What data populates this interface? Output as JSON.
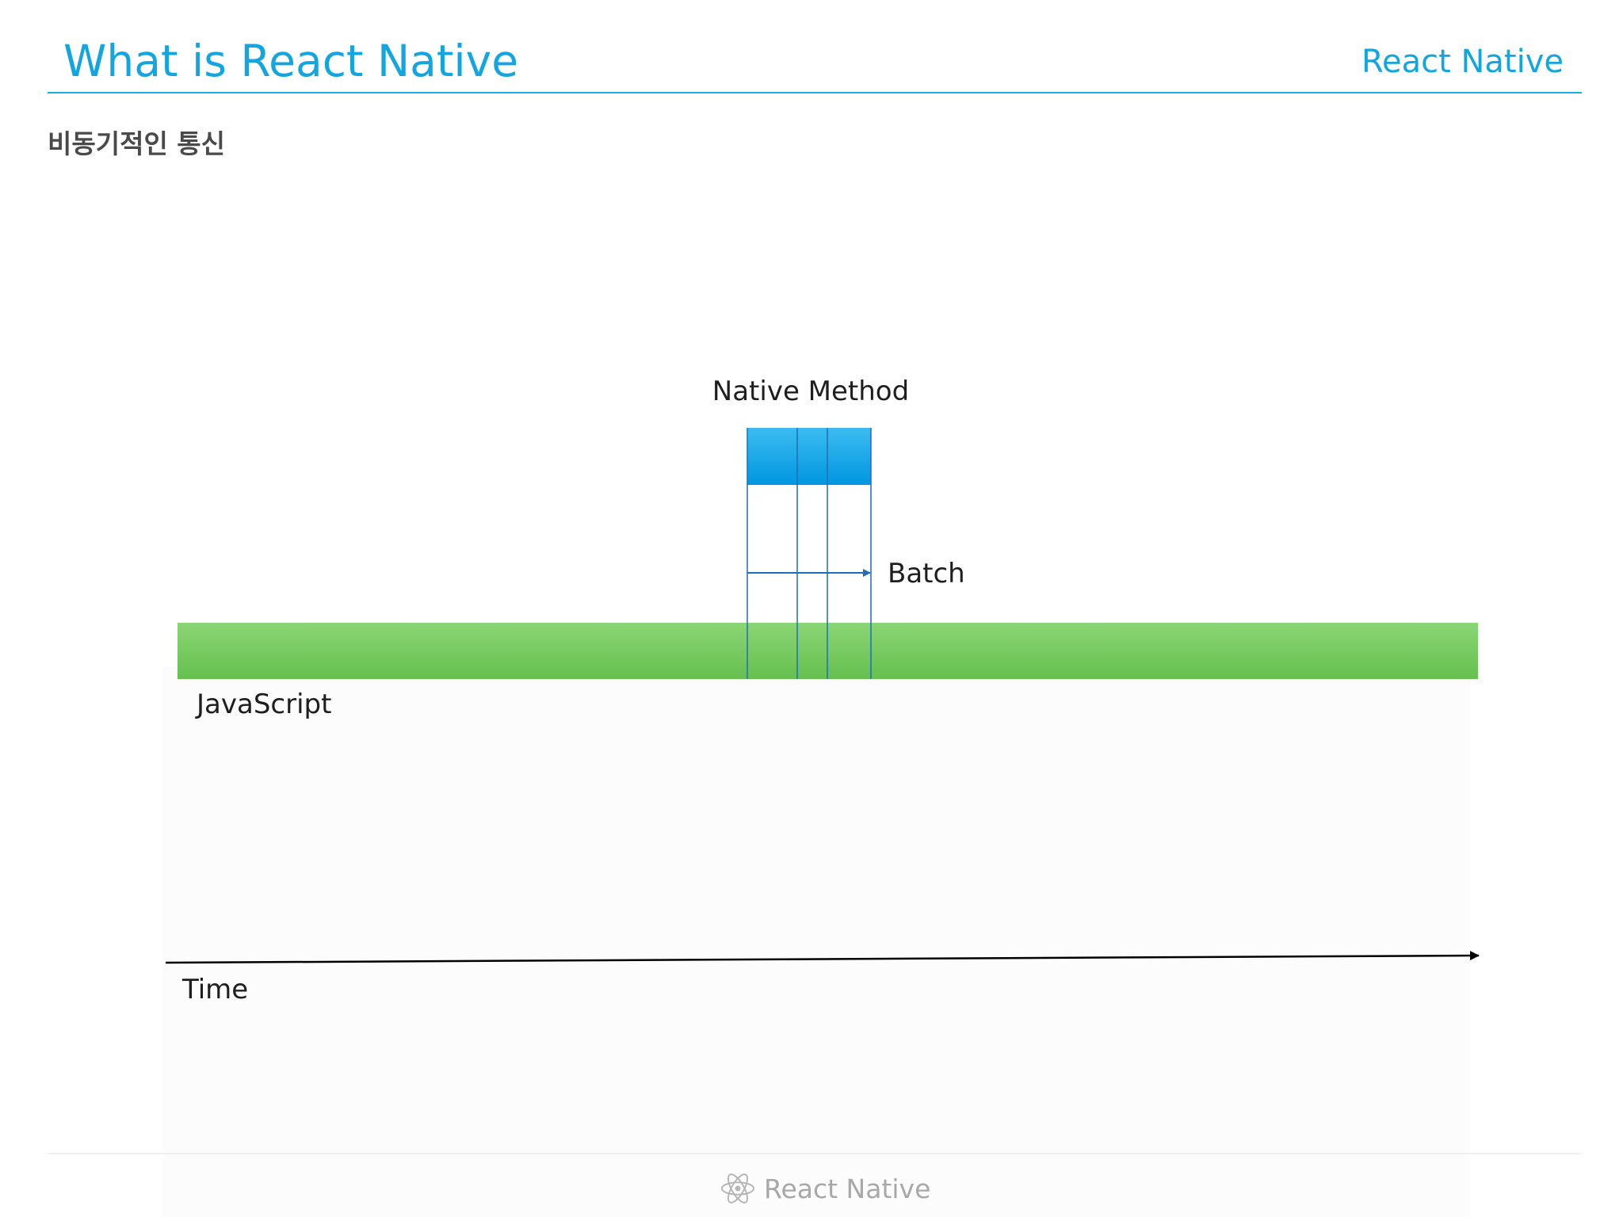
{
  "header": {
    "title": "What is React Native",
    "brand": "React Native"
  },
  "subtitle": "비동기적인 통신",
  "diagram": {
    "native_label": "Native Method",
    "batch_label": "Batch",
    "js_label": "JavaScript",
    "time_label": "Time",
    "colors": {
      "native_block": "#0aa0e6",
      "native_lines": "#1f6fb8",
      "js_bar": "#6cc655",
      "axis": "#000000"
    }
  },
  "footer": {
    "label": "React Native",
    "logo_icon": "react-atom-icon"
  }
}
